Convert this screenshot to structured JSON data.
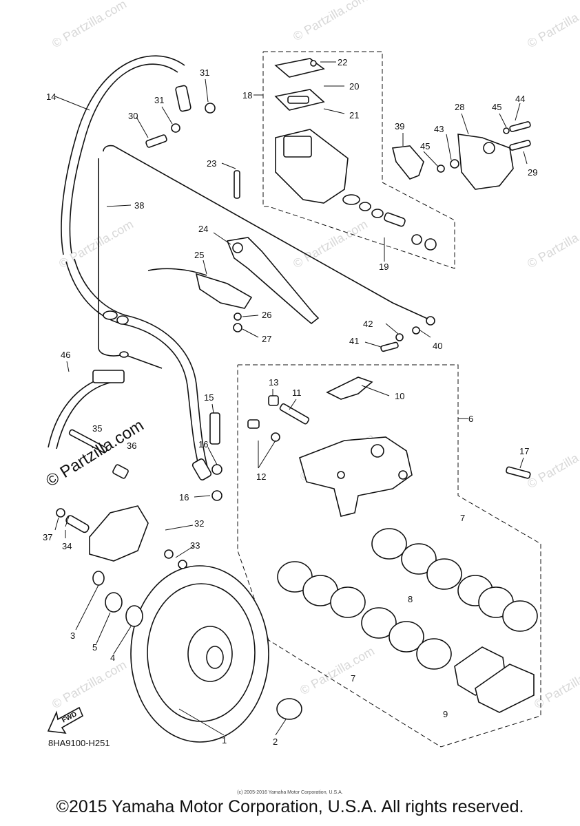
{
  "diagram": {
    "drawing_code": "8HA9100-H251",
    "watermark": "© Partzilla.com",
    "fwd_label": "FWD",
    "fine_print": "(c) 2005-2016 Yamaha Motor Corporation, U.S.A.",
    "copyright": "©2015 Yamaha Motor Corporation, U.S.A. All rights reserved.",
    "labels": [
      "1",
      "2",
      "3",
      "4",
      "5",
      "6",
      "7",
      "7",
      "8",
      "9",
      "10",
      "11",
      "12",
      "13",
      "14",
      "15",
      "16",
      "16",
      "17",
      "18",
      "19",
      "20",
      "21",
      "22",
      "23",
      "24",
      "25",
      "26",
      "27",
      "28",
      "29",
      "30",
      "31",
      "31",
      "32",
      "33",
      "34",
      "35",
      "36",
      "37",
      "38",
      "39",
      "40",
      "41",
      "42",
      "43",
      "44",
      "45",
      "45",
      "46"
    ]
  }
}
